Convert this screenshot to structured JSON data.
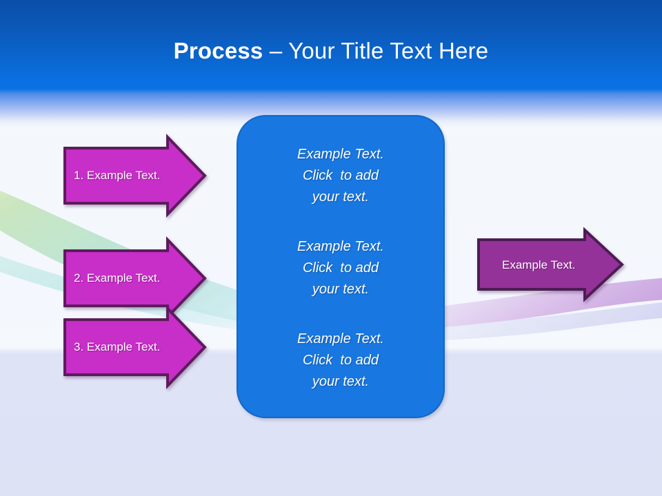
{
  "slide": {
    "title_strong": "Process",
    "title_rest": " – Your Title Text Here"
  },
  "colors": {
    "header_blue_dark": "#0a4fa8",
    "header_blue_bright": "#0a71e3",
    "process_box_fill": "#1877e0",
    "process_box_border": "#1267c6",
    "input_arrow_fill": "#c82dc8",
    "input_arrow_border": "#5b1a5b",
    "output_arrow_fill": "#95309a",
    "output_arrow_border": "#4e1b52",
    "background": "#f4f8fc",
    "bottom_band": "#dee2f5",
    "swoosh_green": "#9fd9b4",
    "swoosh_teal": "#a8e0e0",
    "swoosh_lavender": "#d9bfe8"
  },
  "input_arrows": [
    {
      "label": "1. Example Text."
    },
    {
      "label": "2. Example Text."
    },
    {
      "label": "3. Example Text."
    }
  ],
  "output_arrow": {
    "label": "Example Text."
  },
  "process_box": {
    "blocks": [
      {
        "line1": "Example Text.",
        "line2": "Click  to add",
        "line3": "your text."
      },
      {
        "line1": "Example Text.",
        "line2": "Click  to add",
        "line3": "your text."
      },
      {
        "line1": "Example Text.",
        "line2": "Click  to add",
        "line3": "your text."
      }
    ]
  }
}
